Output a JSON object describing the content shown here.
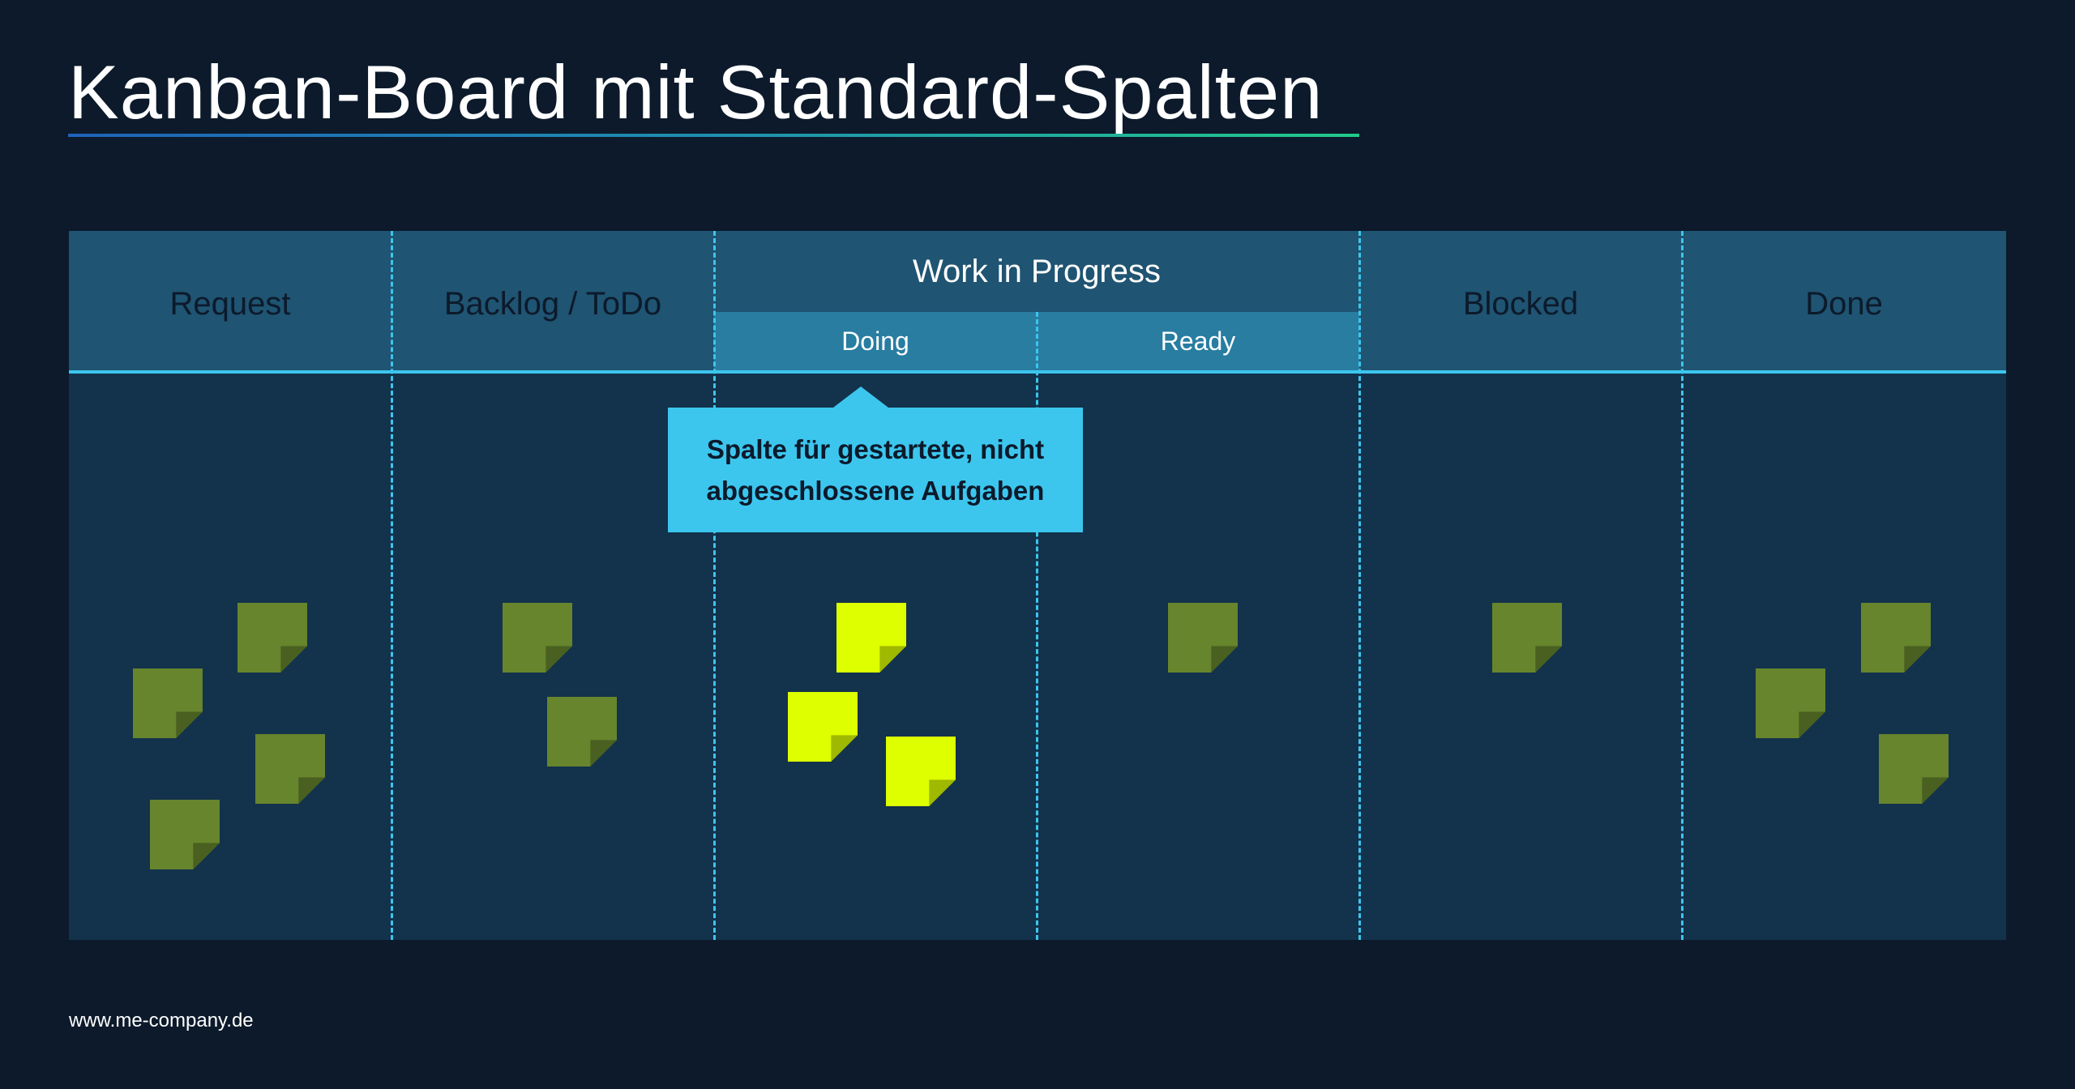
{
  "title": "Kanban-Board mit Standard-Spalten",
  "columns": [
    {
      "label": "Request"
    },
    {
      "label": "Backlog / ToDo"
    },
    {
      "label": "Work in Progress"
    },
    {
      "label": "Blocked"
    },
    {
      "label": "Done"
    }
  ],
  "subcolumns": [
    {
      "label": "Doing"
    },
    {
      "label": "Ready"
    }
  ],
  "tooltip": "Spalte für gestartete, nicht\nabgeschlossene Aufgaben",
  "footer": "www.me-company.de",
  "colors": {
    "background": "#0c1a2b",
    "header": "#1f5472",
    "subheader": "#287da1",
    "accent": "#3cc6ee",
    "note_green": "#66852d",
    "note_yellow": "#ddff00"
  },
  "notes_per_column": {
    "Request": 4,
    "Backlog / ToDo": 2,
    "Doing": 3,
    "Ready": 1,
    "Blocked": 1,
    "Done": 3
  }
}
